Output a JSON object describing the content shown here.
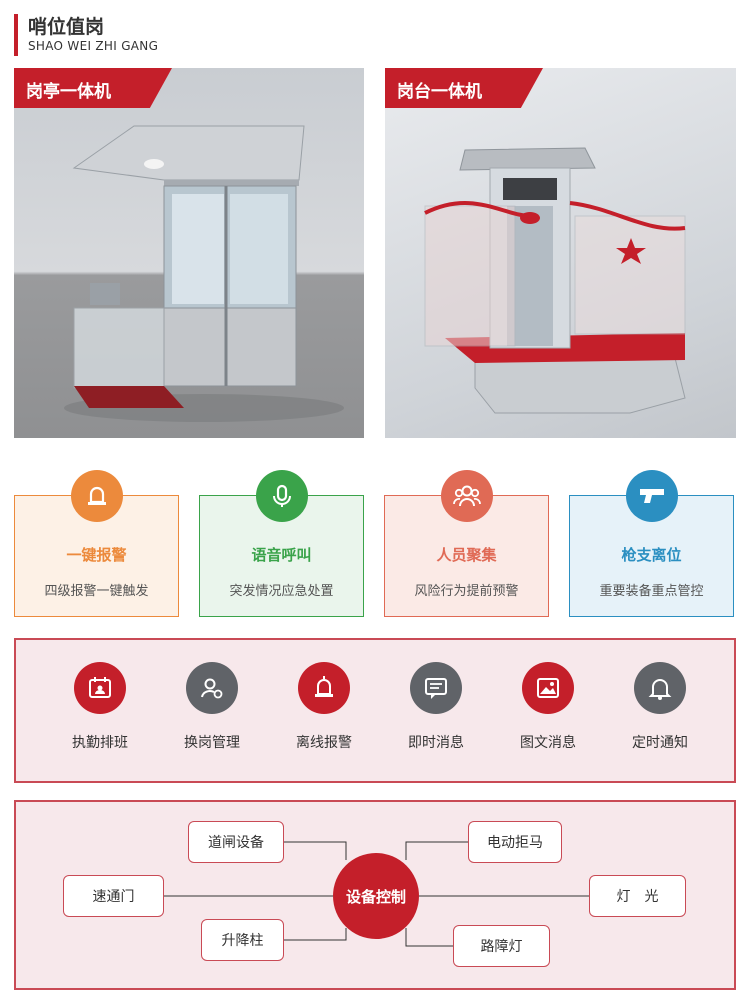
{
  "header": {
    "title": "哨位值岗",
    "subtitle": "SHAO WEI ZHI GANG"
  },
  "photos": {
    "left_tag": "岗亭一体机",
    "right_tag": "岗台一体机"
  },
  "features": [
    {
      "title": "一键报警",
      "desc": "四级报警一键触发",
      "color": "#ec8a3c",
      "bg": "#fdf1e6",
      "icon": "alarm-light-icon"
    },
    {
      "title": "语音呼叫",
      "desc": "突发情况应急处置",
      "color": "#3aa34a",
      "bg": "#eaf5ec",
      "icon": "microphone-icon"
    },
    {
      "title": "人员聚集",
      "desc": "风险行为提前预警",
      "color": "#e06a55",
      "bg": "#fbeae6",
      "icon": "crowd-icon"
    },
    {
      "title": "枪支离位",
      "desc": "重要装备重点管控",
      "color": "#2b8fc1",
      "bg": "#e6f2f9",
      "icon": "pistol-icon"
    }
  ],
  "functions": [
    {
      "label": "执勤排班",
      "color": "#c41f2a",
      "icon": "calendar-user-icon"
    },
    {
      "label": "换岗管理",
      "color": "#606368",
      "icon": "user-settings-icon"
    },
    {
      "label": "离线报警",
      "color": "#c41f2a",
      "icon": "alarm-light-icon"
    },
    {
      "label": "即时消息",
      "color": "#606368",
      "icon": "message-icon"
    },
    {
      "label": "图文消息",
      "color": "#c41f2a",
      "icon": "image-message-icon"
    },
    {
      "label": "定时通知",
      "color": "#606368",
      "icon": "bell-icon"
    }
  ],
  "devices": {
    "hub": "设备控制",
    "gate": "道闸设备",
    "fast_gate": "速通门",
    "bollard": "升降柱",
    "barrier": "电动拒马",
    "light": "灯　光",
    "roadblock": "路障灯"
  }
}
